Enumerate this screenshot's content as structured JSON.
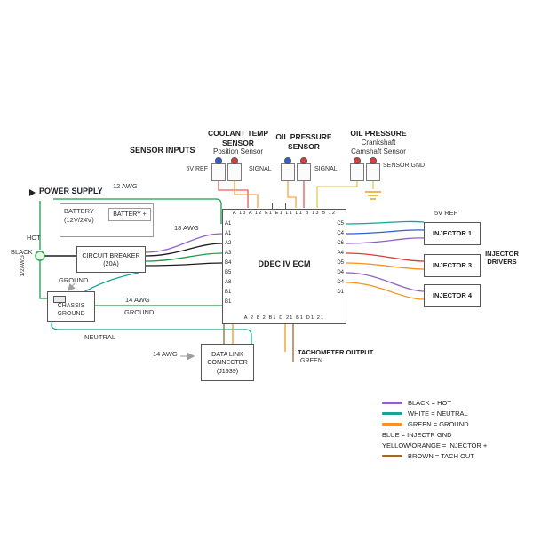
{
  "colors": {
    "wire_black": "#1c1c1c",
    "wire_green": "#1f9d4b",
    "wire_teal": "#17a398",
    "wire_purple": "#9061c2",
    "wire_orange": "#f5941e",
    "wire_red": "#e03a3a",
    "wire_blue": "#2f5fd0",
    "wire_brown": "#9a6a32",
    "wire_yellow": "#dfc11c"
  },
  "sensors": {
    "section_label": "SENSOR INPUTS",
    "coolant": {
      "line1": "COOLANT TEMP",
      "line2": "SENSOR",
      "line3": "Position Sensor"
    },
    "oil1": {
      "line1": "OIL PRESSURE",
      "line2": "SENSOR"
    },
    "oil2": {
      "line1": "OIL PRESSURE",
      "line2": "Crankshaft",
      "line3": "Camshaft Sensor"
    },
    "ref5v": "5V REF",
    "signal1": "SIGNAL",
    "signal2": "SIGNAL",
    "sensor_gnd": "SENSOR GND"
  },
  "power": {
    "supply": "POWER SUPPLY",
    "battery_line1": "BATTERY",
    "battery_line2": "(12V/24V)",
    "battery_plus": "BATTERY +",
    "hot": "HOT",
    "black": "BLACK",
    "awg_vertical": "1/2AWG",
    "breaker_line1": "CIRCUIT BREAKER",
    "breaker_line2": "(20A)",
    "ground_upper": "GROUND",
    "chassis_line1": "CHASSIS",
    "chassis_line2": "GROUND",
    "ground_right": "GROUND",
    "neutral": "NEUTRAL"
  },
  "wire_labels": {
    "awg12": "12 AWG",
    "awg18": "18 AWG",
    "awg14": "14 AWG",
    "awg14_bottom": "14 AWG"
  },
  "ecm": {
    "title": "DDEC IV ECM",
    "top_pins": "A 13 A 12  E1 E1 L1 L1  B 13 B 12",
    "bottom_pins": "A 2 8 2 B1   D 21 B1 D1 21",
    "left_pins": [
      "A1",
      "A1",
      "A2",
      "A3",
      "B4",
      "B5",
      "A8",
      "B1",
      "B1"
    ],
    "right_pins": [
      "C5",
      "C4",
      "C6",
      "A4",
      "D5",
      "D4",
      "D4",
      "D1"
    ]
  },
  "injectors": {
    "ref5v": "5V REF",
    "inj1": "INJECTOR 1",
    "inj3": "INJECTOR 3",
    "inj4": "INJECTOR 4",
    "drivers_line1": "INJECTOR",
    "drivers_line2": "DRIVERS"
  },
  "bottom": {
    "datalink_line1": "DATA LINK",
    "datalink_line2": "CONNECTER",
    "datalink_line3": "(J1939)",
    "tach": "TACHOMETER OUTPUT",
    "tach_sub": "GREEN"
  },
  "legend": {
    "items": [
      {
        "swatch": "#9061c2",
        "text": "BLACK = HOT"
      },
      {
        "swatch": "#17a398",
        "text": "WHITE = NEUTRAL"
      },
      {
        "swatch": "#f5941e",
        "text": "GREEN = GROUND"
      },
      {
        "swatch": null,
        "text": "BLUE = INJECTR GND"
      },
      {
        "swatch": null,
        "text": "YELLOW/ORANGE = INJECTOR +"
      },
      {
        "swatch": "#9a6a32",
        "text": "BROWN = TACH OUT"
      }
    ]
  }
}
